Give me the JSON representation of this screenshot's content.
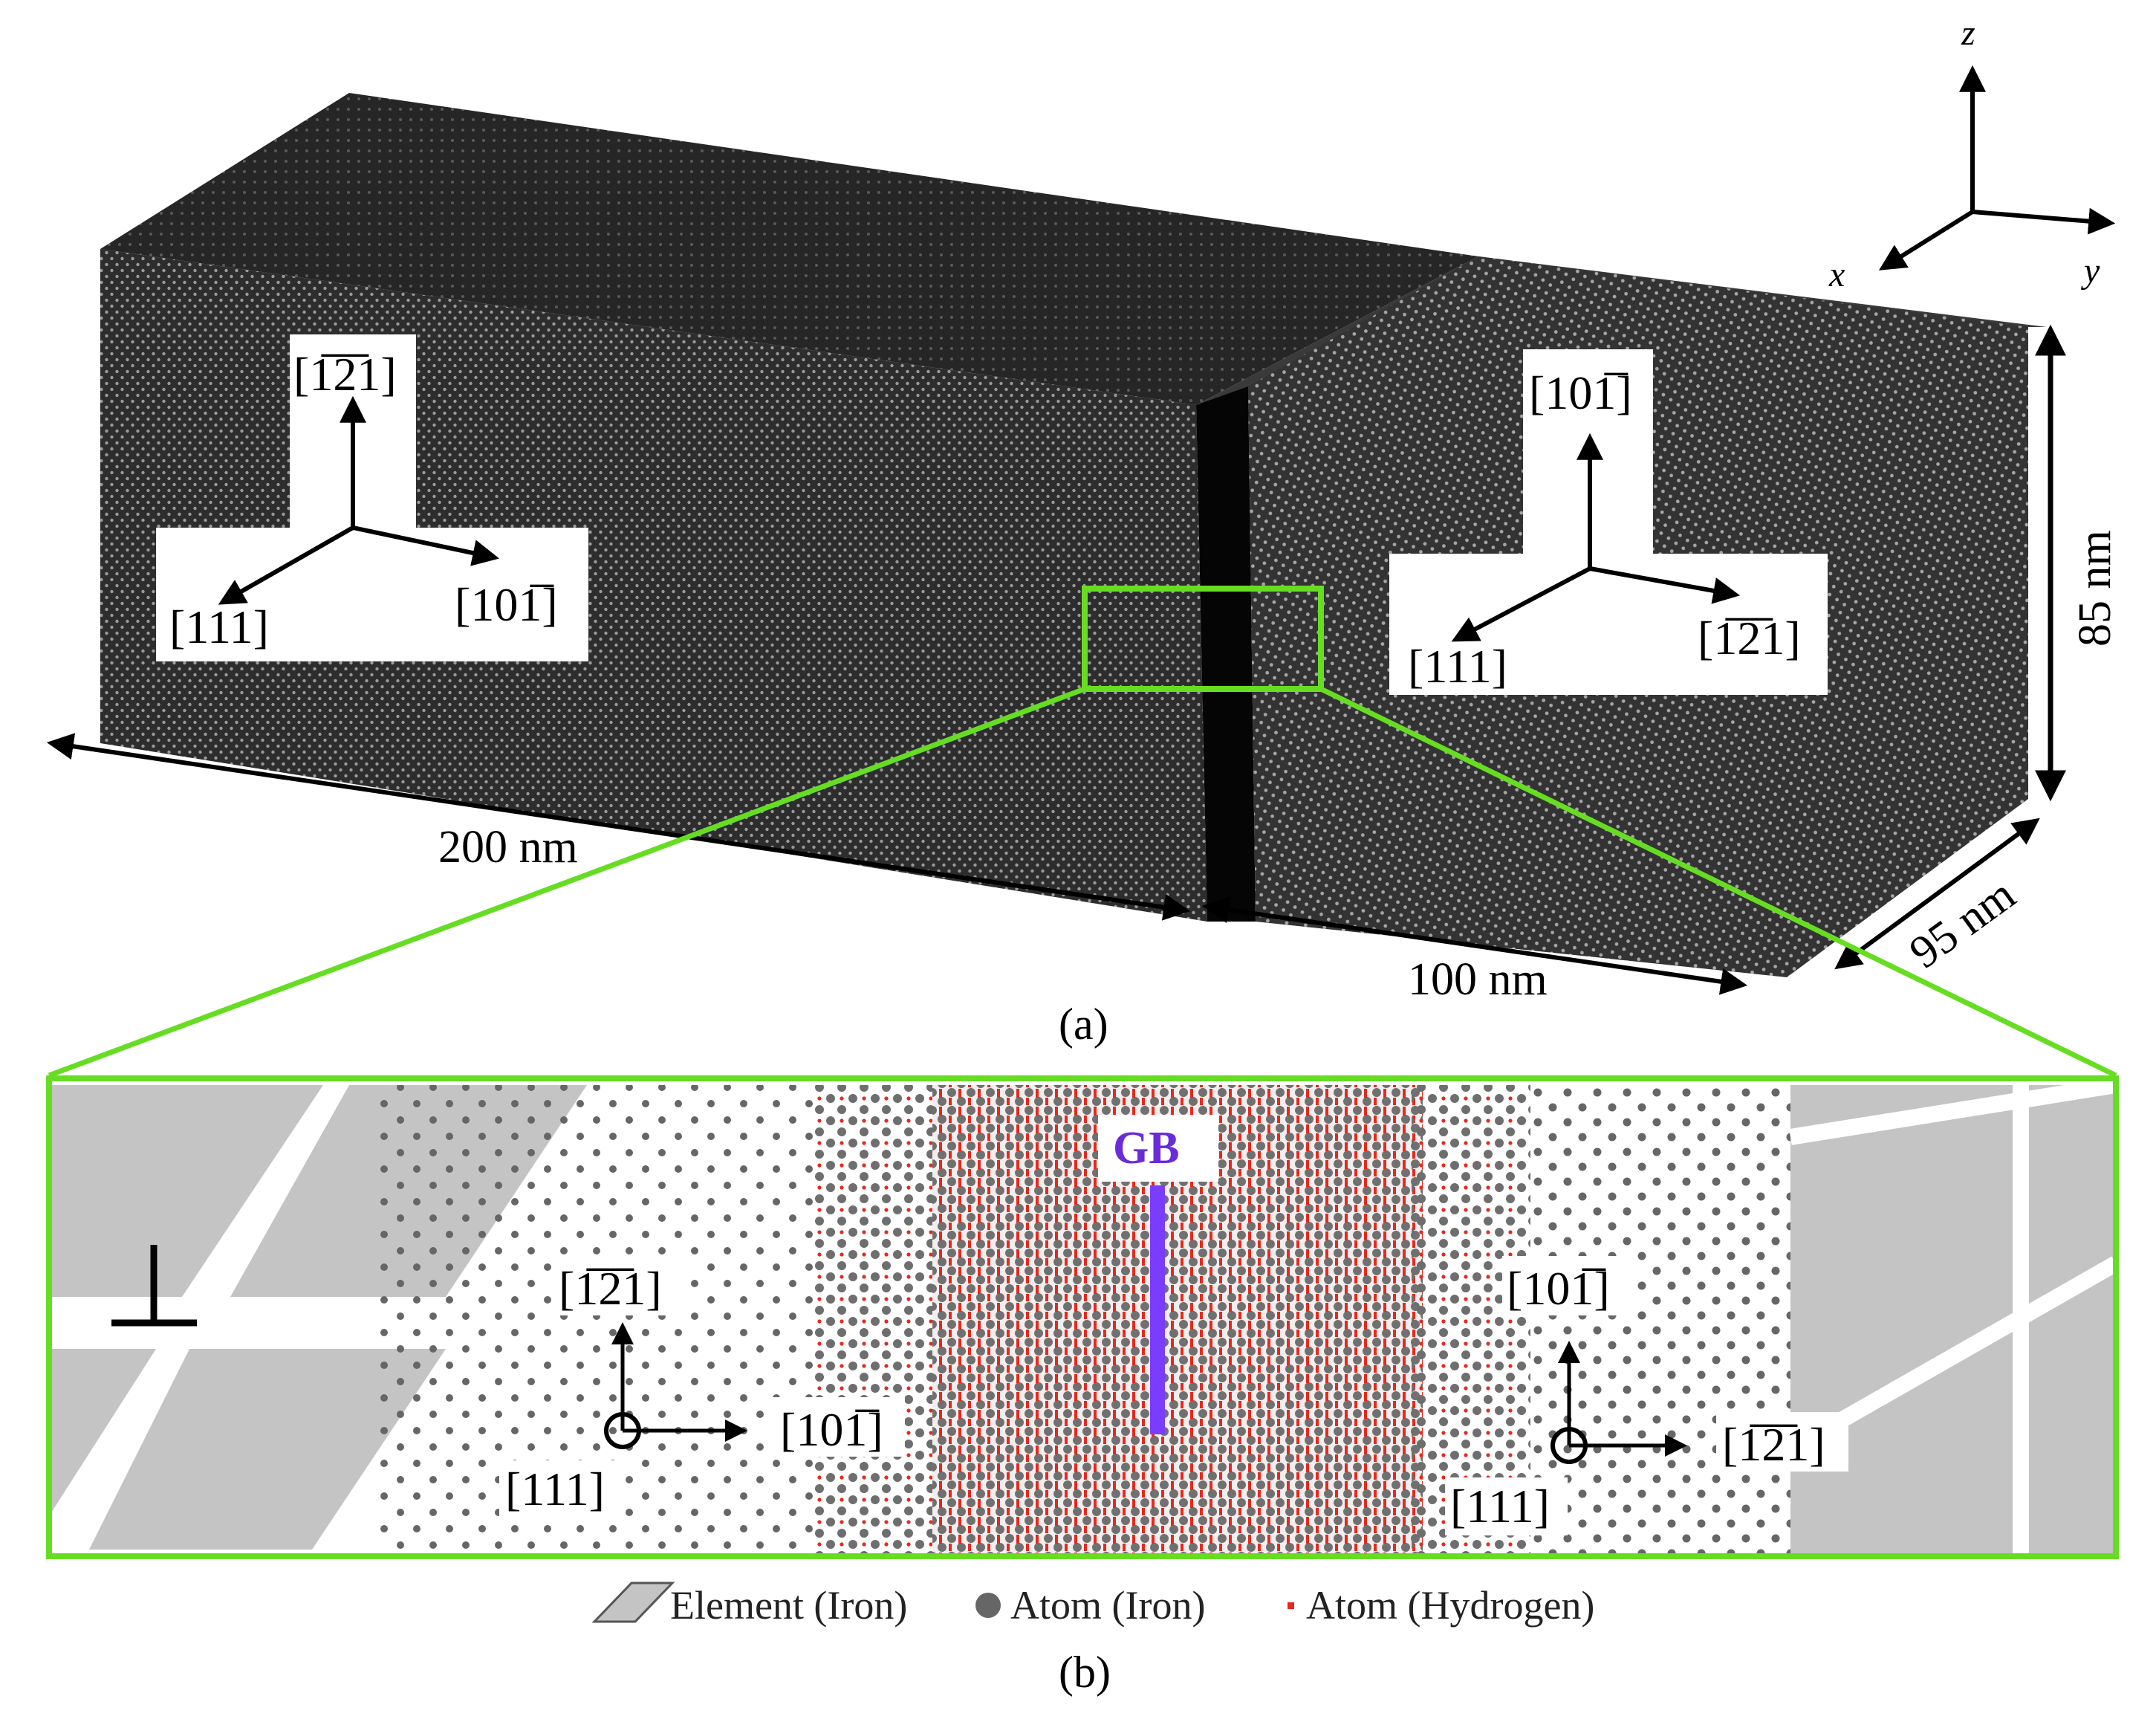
{
  "global_axes": {
    "z": "z",
    "x": "x",
    "y": "y"
  },
  "left_grain": {
    "up": "[1̅2̅1]",
    "left": "[111]",
    "right": "[101̅]"
  },
  "right_grain": {
    "up": "[101̅]",
    "left": "[111]",
    "right": "[1̅2̅1]"
  },
  "dimensions": {
    "length_left": "200 nm",
    "length_right": "100 nm",
    "height": "85 nm",
    "depth": "95 nm"
  },
  "captions": {
    "a": "(a)",
    "b": "(b)"
  },
  "inset": {
    "gb_label": "GB",
    "left_axes": {
      "up": "[1̅2̅1]",
      "right": "[101̅]",
      "out": "[111]"
    },
    "right_axes": {
      "up": "[101̅]",
      "right": "[1̅2̅1]",
      "out": "[111]"
    }
  },
  "legend": {
    "element": "Element (Iron)",
    "atom_iron": "Atom (Iron)",
    "atom_hydrogen": "Atom (Hydrogen)"
  },
  "colors": {
    "highlight": "#66dd22",
    "gb_line": "#7a3cff",
    "hydrogen": "#e8281c",
    "iron_atom": "#666666",
    "element": "#c4c4c4",
    "lattice": "#2b2b2b"
  }
}
